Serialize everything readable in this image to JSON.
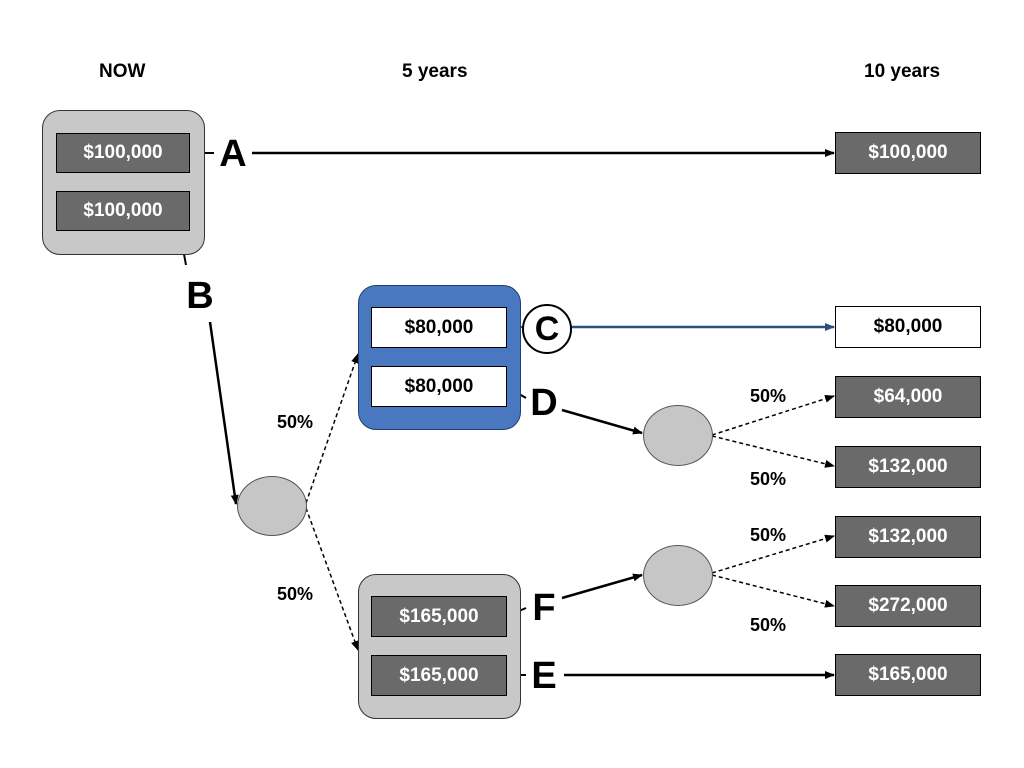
{
  "headers": {
    "now": "NOW",
    "five": "5 years",
    "ten": "10 years"
  },
  "now_boxes": [
    "$100,000",
    "$100,000"
  ],
  "blue_boxes": [
    "$80,000",
    "$80,000"
  ],
  "gray_boxes": [
    "$165,000",
    "$165,000"
  ],
  "outcomes": [
    "$100,000",
    "$80,000",
    "$64,000",
    "$132,000",
    "$132,000",
    "$272,000",
    "$165,000"
  ],
  "letters": {
    "a": "A",
    "b": "B",
    "c": "C",
    "d": "D",
    "e": "E",
    "f": "F"
  },
  "percents": [
    "50%",
    "50%",
    "50%",
    "50%",
    "50%",
    "50%"
  ],
  "colors": {
    "dark_box": "#6a6a6a",
    "blue_group": "#4a78c0",
    "blue_arrow": "#2d4f7c",
    "gray_group": "#c8c8c8"
  }
}
